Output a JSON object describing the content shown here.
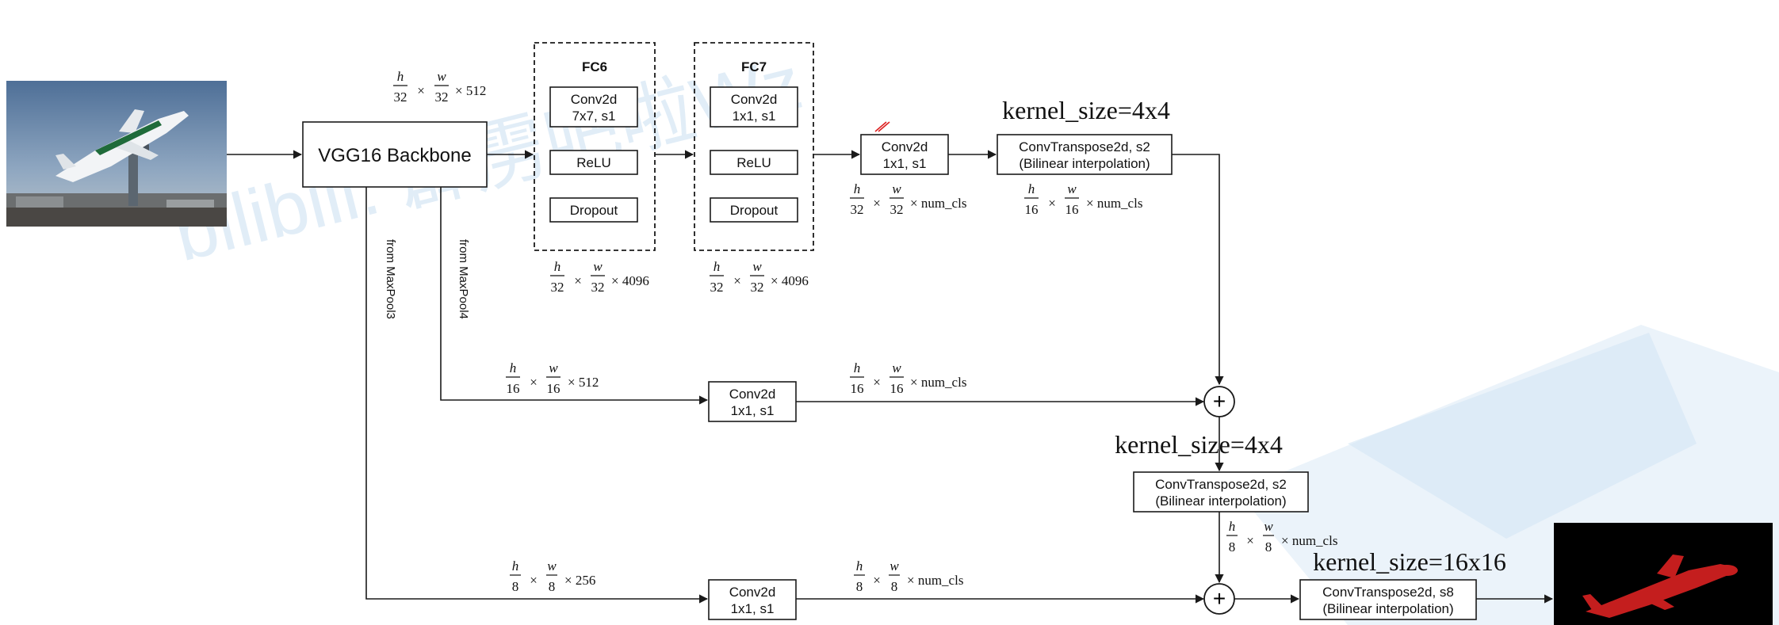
{
  "watermark": "bilibili: 霹雳吧啦Wz",
  "backbone": {
    "label": "VGG16 Backbone",
    "out_h": "h",
    "out_w": "w",
    "out_den": "32",
    "out_ch": "× 512"
  },
  "fc6": {
    "title": "FC6",
    "conv_line1": "Conv2d",
    "conv_line2": "7x7, s1",
    "relu": "ReLU",
    "dropout": "Dropout",
    "out_den": "32",
    "out_ch": "× 4096"
  },
  "fc7": {
    "title": "FC7",
    "conv_line1": "Conv2d",
    "conv_line2": "1x1, s1",
    "relu": "ReLU",
    "dropout": "Dropout",
    "out_den": "32",
    "out_ch": "× 4096"
  },
  "score_conv": {
    "line1": "Conv2d",
    "line2": "1x1, s1",
    "out_den": "32",
    "out_ch": "× num_cls"
  },
  "upsample1": {
    "kernel": "kernel_size=4x4",
    "line1": "ConvTranspose2d, s2",
    "line2": "(Bilinear interpolation)",
    "out_den": "16",
    "out_ch": "× num_cls"
  },
  "pool4_branch": {
    "label": "from MaxPool4",
    "in_den": "16",
    "in_ch": "× 512",
    "conv_line1": "Conv2d",
    "conv_line2": "1x1, s1",
    "out_den": "16",
    "out_ch": "× num_cls"
  },
  "upsample2": {
    "kernel": "kernel_size=4x4",
    "line1": "ConvTranspose2d, s2",
    "line2": "(Bilinear interpolation)",
    "out_den": "8",
    "out_ch": "× num_cls"
  },
  "pool3_branch": {
    "label": "from MaxPool3",
    "in_den": "8",
    "in_ch": "× 256",
    "conv_line1": "Conv2d",
    "conv_line2": "1x1, s1",
    "out_den": "8",
    "out_ch": "× num_cls"
  },
  "upsample3": {
    "kernel": "kernel_size=16x16",
    "line1": "ConvTranspose2d, s8",
    "line2": "(Bilinear interpolation)"
  },
  "symbols": {
    "h": "h",
    "w": "w",
    "times": "×",
    "plus": "+"
  },
  "colors": {
    "sky": "#5b7ea6",
    "ground": "#3e3a36",
    "mask_bg": "#000000",
    "mask_fg": "#c41e1e",
    "watermark": "#c9dff1"
  }
}
